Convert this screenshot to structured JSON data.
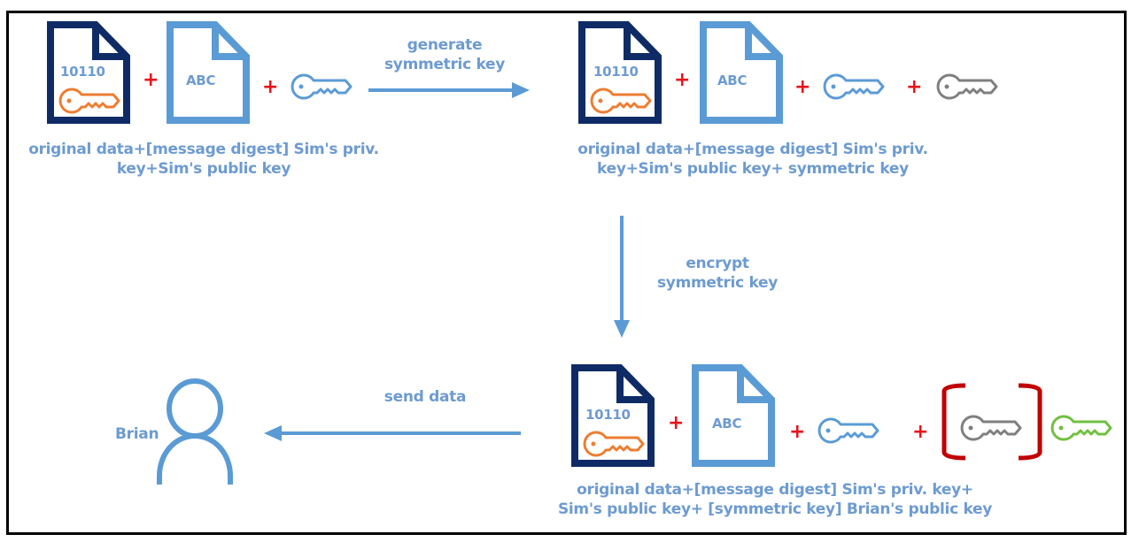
{
  "colors": {
    "dark_doc": "#0f2b66",
    "light_blue": "#5b9bd5",
    "label_text": "#6d9bd1",
    "orange_key": "#ed7d31",
    "gray_key": "#7f7f7f",
    "green_key": "#70c040",
    "red_bracket": "#c00000",
    "plus": "#e8131b"
  },
  "groups": [
    {
      "id": "step1",
      "items": [
        {
          "type": "document",
          "variant": "signed",
          "text": "10110",
          "key_color": "orange"
        },
        {
          "type": "document",
          "variant": "plain",
          "text": "ABC"
        },
        {
          "type": "key",
          "color": "blue"
        }
      ],
      "operator": "+",
      "caption_lines": [
        "original data+[message digest] Sim's priv.",
        "key+Sim's public key"
      ]
    },
    {
      "id": "step2",
      "items": [
        {
          "type": "document",
          "variant": "signed",
          "text": "10110",
          "key_color": "orange"
        },
        {
          "type": "document",
          "variant": "plain",
          "text": "ABC"
        },
        {
          "type": "key",
          "color": "blue"
        },
        {
          "type": "key",
          "color": "gray"
        }
      ],
      "operator": "+",
      "caption_lines": [
        "original data+[message digest] Sim's priv.",
        "key+Sim's public key+ symmetric key"
      ]
    },
    {
      "id": "step3",
      "items": [
        {
          "type": "document",
          "variant": "signed",
          "text": "10110",
          "key_color": "orange"
        },
        {
          "type": "document",
          "variant": "plain",
          "text": "ABC"
        },
        {
          "type": "key",
          "color": "blue"
        },
        {
          "type": "bracketed-key",
          "inner_color": "gray",
          "bracket_color": "red"
        },
        {
          "type": "key",
          "color": "green"
        }
      ],
      "operator": "+",
      "caption_lines": [
        "original data+[message digest] Sim's priv. key+",
        "Sim's public key+ [symmetric key] Brian's public key"
      ]
    }
  ],
  "arrows": [
    {
      "id": "generate",
      "direction": "right",
      "label_lines": [
        "generate",
        "symmetric key"
      ]
    },
    {
      "id": "encrypt",
      "direction": "down",
      "label_lines": [
        "encrypt",
        "symmetric key"
      ]
    },
    {
      "id": "send",
      "direction": "left",
      "label_lines": [
        "send data"
      ]
    }
  ],
  "recipient": {
    "name": "Brian",
    "icon": "person-icon"
  }
}
